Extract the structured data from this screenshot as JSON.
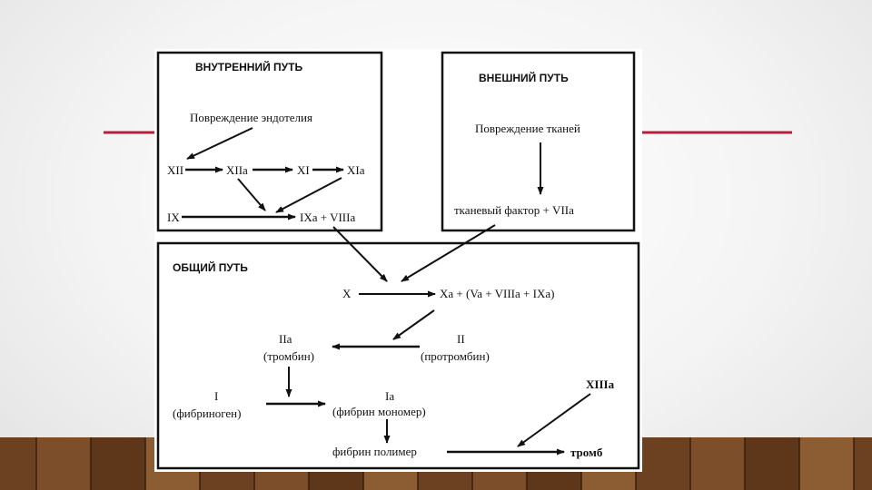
{
  "slide": {
    "accent_color": "#b4203c",
    "floor_colors": [
      "#7a4a26",
      "#8e5a30",
      "#6b3f1f",
      "#a06a3a"
    ]
  },
  "diagram": {
    "intrinsic": {
      "title": "ВНУТРЕННИЙ ПУТЬ",
      "trigger": "Повреждение эндотелия",
      "xii": "XII",
      "xiia": "XIIa",
      "xi": "XI",
      "xia": "XIa",
      "ix": "IX",
      "ixa_viiia": "IXa + VIIIa"
    },
    "extrinsic": {
      "title": "ВНЕШНИЙ ПУТЬ",
      "trigger": "Повреждение тканей",
      "tf_viia": "тканевый фактор + VIIa"
    },
    "common": {
      "title": "ОБЩИЙ ПУТЬ",
      "x": "X",
      "xa_complex": "Xa + (Va + VIIIa + IXa)",
      "iia": "IIa",
      "thrombin": "(тромбин)",
      "ii": "II",
      "prothrombin": "(протромбин)",
      "i": "I",
      "fibrinogen": "(фибриноген)",
      "ia": "Ia",
      "fibrin_monomer": "(фибрин мономер)",
      "xiiia": "XIIIa",
      "fibrin_polymer": "фибрин полимер",
      "thrombus": "тромб"
    }
  }
}
